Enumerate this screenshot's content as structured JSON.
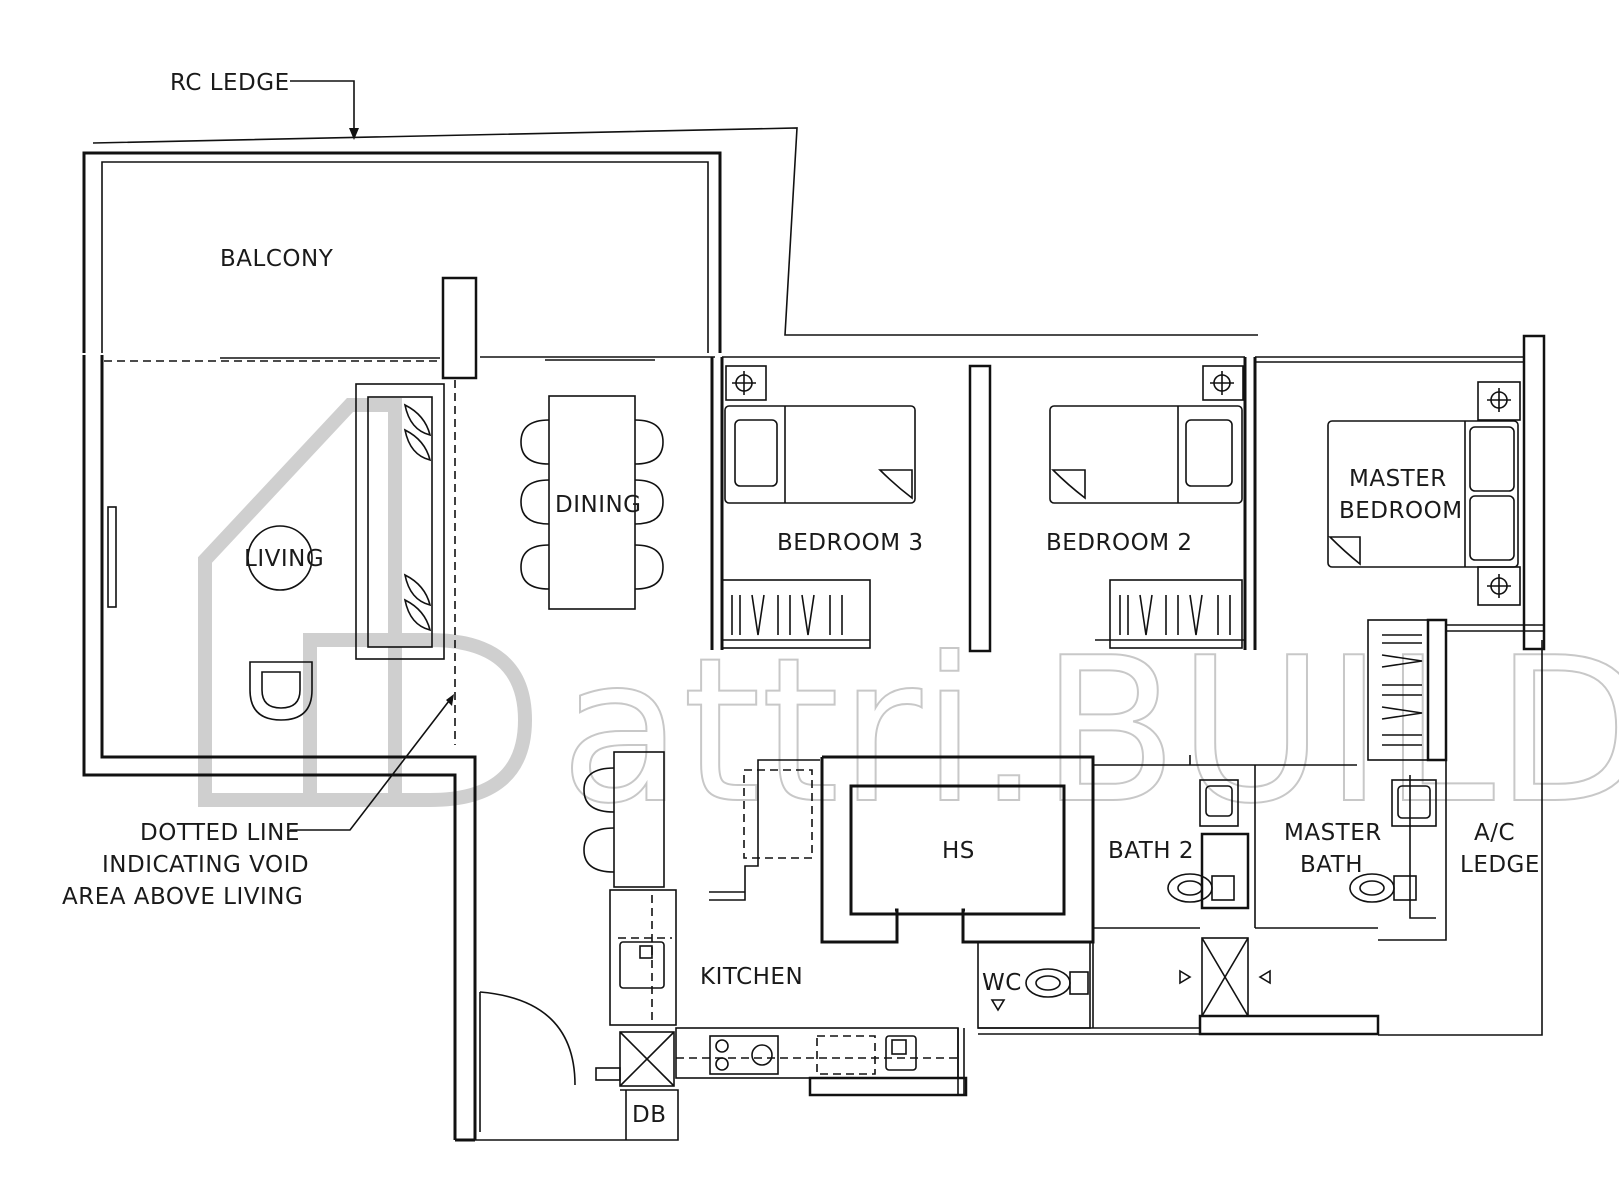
{
  "labels": {
    "rc_ledge": "RC LEDGE",
    "balcony": "BALCONY",
    "living": "LIVING",
    "dining": "DINING",
    "bedroom3": "BEDROOM 3",
    "bedroom2": "BEDROOM 2",
    "master_bedroom_line1": "MASTER",
    "master_bedroom_line2": "BEDROOM",
    "hs": "HS",
    "bath2": "BATH 2",
    "master_bath_line1": "MASTER",
    "master_bath_line2": "BATH",
    "ac_ledge_line1": "A/C",
    "ac_ledge_line2": "LEDGE",
    "kitchen": "KITCHEN",
    "wc": "WC",
    "db": "DB",
    "void_note_line1": "DOTTED LINE",
    "void_note_line2": "INDICATING VOID",
    "void_note_line3": "AREA ABOVE LIVING"
  },
  "watermark": {
    "text": "attri.BUILD",
    "color": "#c8c8c8"
  }
}
